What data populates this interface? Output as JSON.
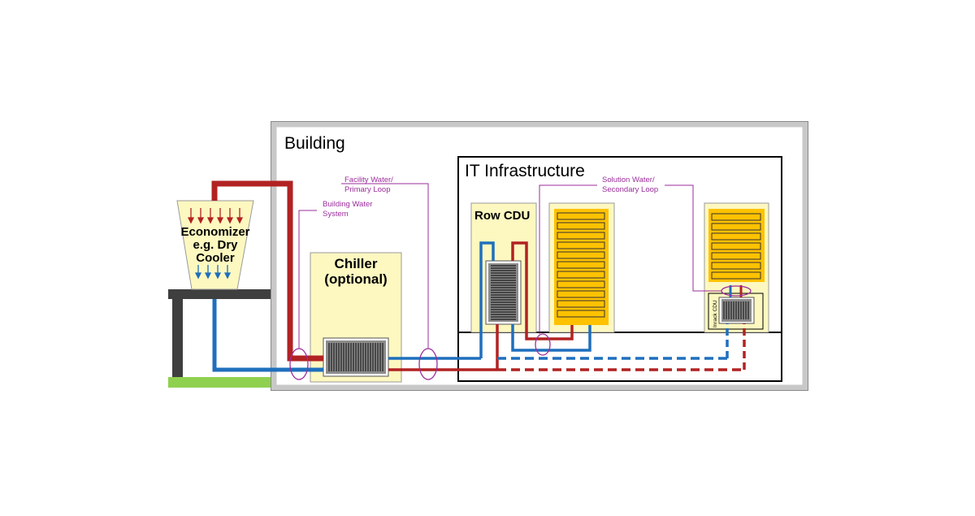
{
  "labels": {
    "building": "Building",
    "it_infrastructure": "IT Infrastructure",
    "economizer": [
      "Economizer",
      "e.g. Dry",
      "Cooler"
    ],
    "chiller": [
      "Chiller",
      "(optional)"
    ],
    "row_cdu": "Row CDU",
    "inrack_cdu": "Inrack CDU"
  },
  "callouts": {
    "building_water": [
      "Building Water",
      "System"
    ],
    "facility_water": [
      "Facility Water/",
      "Primary Loop"
    ],
    "solution_water": [
      "Solution Water/",
      "Secondary Loop"
    ]
  },
  "colors": {
    "hot_pipe": "#b22222",
    "cold_pipe": "#1f6fbd",
    "callout": "#9b2d9b",
    "unit_fill": "#fdf8c0",
    "server_fill": "#ffc200",
    "ground": "#8fd14f",
    "stand": "#3f3f3f"
  }
}
